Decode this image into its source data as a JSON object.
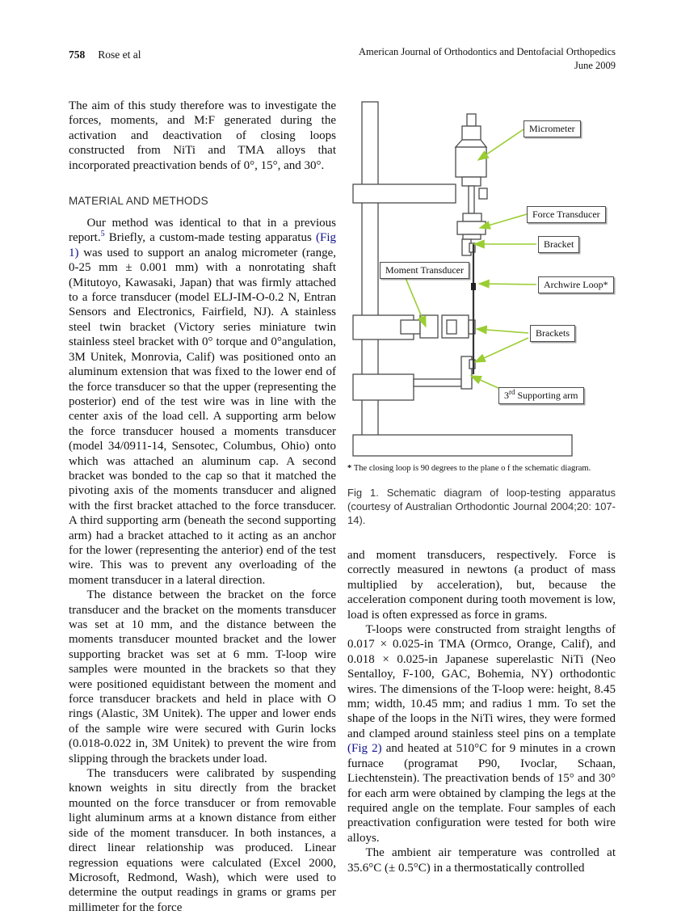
{
  "header": {
    "page_number": "758",
    "authors": "Rose et al",
    "journal": "American Journal of Orthodontics and Dentofacial Orthopedics",
    "issue": "June 2009"
  },
  "colors": {
    "link_color": "#10108c",
    "arrow_accent": "#9acd32",
    "diagram_stroke": "#4c4c4c"
  },
  "left_column": {
    "para_intro": "The aim of this study therefore was to investigate the forces, moments, and M:F generated during the activation and deactivation of closing loops constructed from NiTi and TMA alloys that incorporated preactivation bends of 0°, 15°, and 30°.",
    "section_heading": "MATERIAL AND METHODS",
    "para_method_1": [
      {
        "t": "Our method was identical to that in a previous report."
      },
      {
        "t": "5",
        "s": "suplink"
      },
      {
        "t": " Briefly, a custom-made testing apparatus "
      },
      {
        "t": "(Fig 1)",
        "s": "link"
      },
      {
        "t": " was used to support an analog micrometer (range, 0-25 mm ± 0.001 mm) with a nonrotating shaft (Mitutoyo, Kawasaki, Japan) that was firmly attached to a force transducer (model ELJ-IM-O-0.2 N, Entran Sensors and Electronics, Fairfield, NJ). A stainless steel twin bracket (Victory series miniature twin stainless steel bracket with 0° torque and 0°angulation, 3M Unitek, Monrovia, Calif) was positioned onto an aluminum extension that was fixed to the lower end of the force transducer so that the upper (representing the posterior) end of the test wire was in line with the center axis of the load cell. A supporting arm below the force transducer housed a moments transducer (model 34/0911-14, Sensotec, Columbus, Ohio) onto which was attached an aluminum cap. A second bracket was bonded to the cap so that it matched the pivoting axis of the moments transducer and aligned with the first bracket attached to the force transducer. A third supporting arm (beneath the second supporting arm) had a bracket attached to it acting as an anchor for the lower (representing the anterior) end of the test wire. This was to prevent any overloading of the moment transducer in a lateral direction."
      }
    ],
    "para_method_2": "The distance between the bracket on the force transducer and the bracket on the moments transducer was set at 10 mm, and the distance between the moments transducer mounted bracket and the lower supporting bracket was set at 6 mm. T-loop wire samples were mounted in the brackets so that they were positioned equidistant between the moment and force transducer brackets and held in place with O rings (Alastic, 3M Unitek). The upper and lower ends of the sample wire were secured with Gurin locks (0.018-0.022 in, 3M Unitek) to prevent the wire from slipping through the brackets under load.",
    "para_method_3": "The transducers were calibrated by suspending known weights in situ directly from the bracket mounted on the force transducer or from removable light aluminum arms at a known distance from either side of the moment transducer. In both instances, a direct linear relationship was produced. Linear regression equations were calculated (Excel 2000, Microsoft, Redmond, Wash), which were used to determine the output readings in grams or grams per millimeter for the force"
  },
  "figure": {
    "labels": {
      "micrometer": "Micrometer",
      "force_transducer": "Force Transducer",
      "bracket": "Bracket",
      "archwire_loop": "Archwire Loop*",
      "moment_transducer": "Moment Transducer",
      "brackets": "Brackets",
      "third_arm": [
        {
          "t": "3"
        },
        {
          "t": "rd",
          "s": "sup"
        },
        {
          "t": " Supporting arm"
        }
      ]
    },
    "footnote": [
      {
        "t": "* ",
        "s": "b"
      },
      {
        "t": "The closing loop is 90 degrees to the plane o f the schematic diagram."
      }
    ],
    "caption": "Fig 1. Schematic diagram of loop-testing apparatus (courtesy of Australian Orthodontic Journal 2004;20: 107-14)."
  },
  "right_column": {
    "para_1": "and moment transducers, respectively. Force is correctly measured in newtons (a product of mass multiplied by acceleration), but, because the acceleration component during tooth movement is low, load is often expressed as force in grams.",
    "para_2": [
      {
        "t": "T-loops were constructed from straight lengths of 0.017 × 0.025-in TMA (Ormco, Orange, Calif), and 0.018 × 0.025-in Japanese superelastic NiTi (Neo Sentalloy, F-100, GAC, Bohemia, NY) orthodontic wires. The dimensions of the T-loop were: height, 8.45 mm; width, 10.45 mm; and radius 1 mm. To set the shape of the loops in the NiTi wires, they were formed and clamped around stainless steel pins on a template "
      },
      {
        "t": "(Fig 2)",
        "s": "link"
      },
      {
        "t": " and heated at 510°C for 9 minutes in a crown furnace (programat P90, Ivoclar, Schaan, Liechtenstein). The preactivation bends of 15° and 30° for each arm were obtained by clamping the legs at the required angle on the template. Four samples of each preactivation configuration were tested for both wire alloys."
      }
    ],
    "para_3": "The ambient air temperature was controlled at 35.6°C (± 0.5°C) in a thermostatically controlled"
  }
}
